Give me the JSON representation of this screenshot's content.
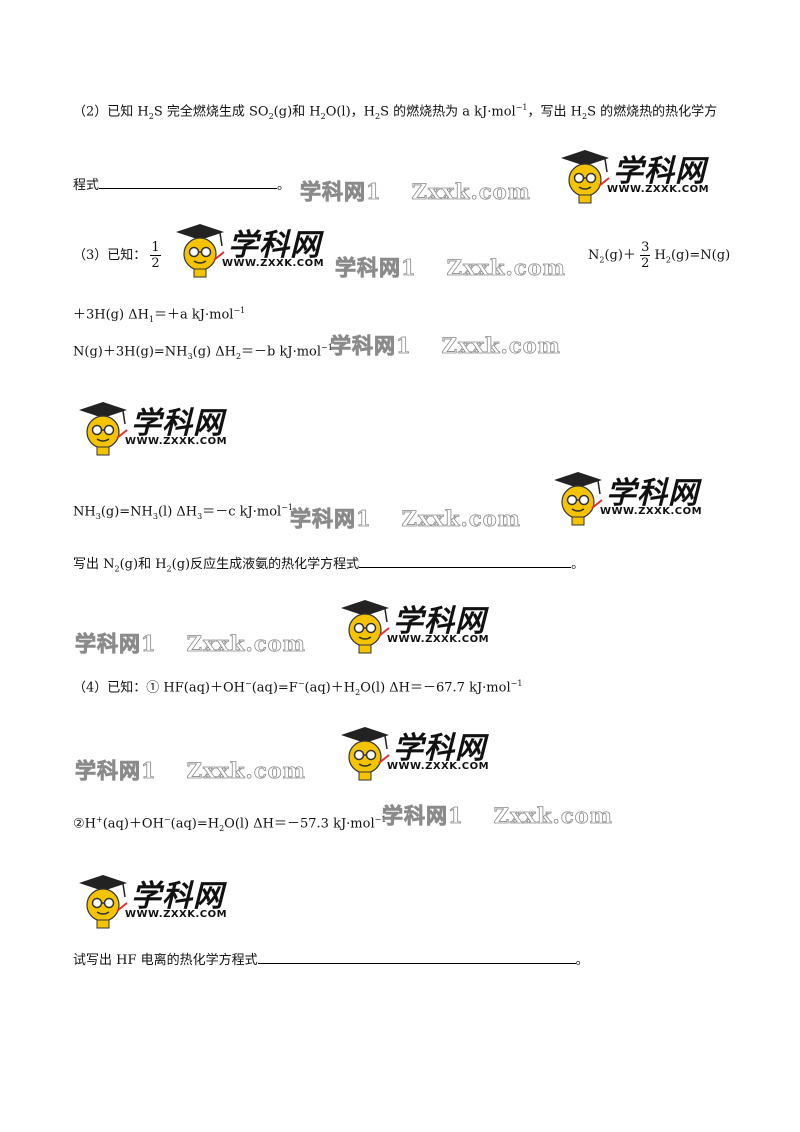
{
  "q2": {
    "line1_a": "（2）已知 H",
    "sub_2a": "2",
    "line1_b": "S 完全燃烧生成 SO",
    "sub_2b": "2",
    "line1_c": "(g)和 H",
    "sub_2c": "2",
    "line1_d": "O(l)，H",
    "sub_2d": "2",
    "line1_e": "S 的燃烧热为 a kJ·mol",
    "sup_m1": "−1",
    "line1_f": "，写出 H",
    "sub_2e": "2",
    "line1_g": "S 的燃烧热的热化学方",
    "line2": "程式",
    "end": "。"
  },
  "q3": {
    "intro": "（3）已知：",
    "frac1_num": "1",
    "frac1_den": "2",
    "n2": "N",
    "n2_sub": "2",
    "n2_rest": "(g)＋",
    "frac2_num": "3",
    "frac2_den": "2",
    "h2": "H",
    "h2_sub": "2",
    "h2_rest": "(g)=N(g)",
    "line2": "＋3H(g)    ΔH",
    "line2_sub": "1",
    "line2_rest": "＝＋a kJ·mol",
    "line2_sup": "−1",
    "line3": "N(g)＋3H(g)=NH",
    "line3_sub": "3",
    "line3_b": "(g)    ΔH",
    "line3_sub2": "2",
    "line3_c": "＝－b kJ·mol",
    "line3_sup": "−1",
    "line4": "NH",
    "line4_sub": "3",
    "line4_b": "(g)=NH",
    "line4_sub2": "3",
    "line4_c": "(l)    ΔH",
    "line4_sub3": "3",
    "line4_d": "＝－c kJ·mol",
    "line4_sup": "−1",
    "ask_a": "写出 N",
    "ask_sub": "2",
    "ask_b": "(g)和 H",
    "ask_sub2": "2",
    "ask_c": "(g)反应生成液氨的热化学方程式",
    "ask_end": "。"
  },
  "q4": {
    "line1": "（4）已知：① HF(aq)＋OH",
    "line1_sup": "−",
    "line1_b": "(aq)=F",
    "line1_sup2": "−",
    "line1_c": "(aq)＋H",
    "line1_sub": "2",
    "line1_d": "O(l)    ΔH＝－67.7 kJ·mol",
    "line1_sup3": "−1",
    "line2": "②H",
    "line2_sup": "+",
    "line2_b": "(aq)＋OH",
    "line2_sup2": "−",
    "line2_c": "(aq)=H",
    "line2_sub": "2",
    "line2_d": "O(l)    ΔH＝－57.3 kJ·mol",
    "line2_sup3": "−1",
    "ask": "试写出 HF 电离的热化学方程式",
    "ask_end": "。"
  },
  "watermark": {
    "cn": "学科网",
    "en": "Zxxk.com",
    "brand": "学科网",
    "url": "WWW.ZXXK.COM"
  }
}
